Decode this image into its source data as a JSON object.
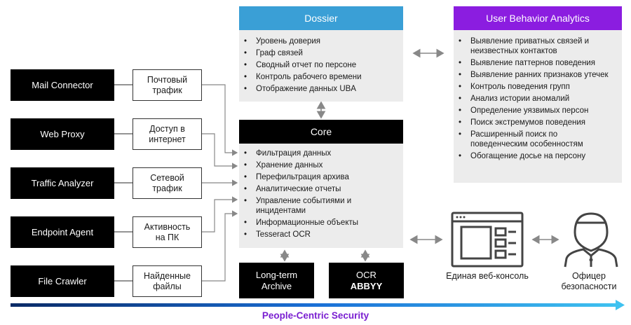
{
  "sources": [
    {
      "name": "Mail Connector",
      "channel": "Почтовый трафик"
    },
    {
      "name": "Web Proxy",
      "channel": "Доступ в интернет"
    },
    {
      "name": "Traffic Analyzer",
      "channel": "Сетевой трафик"
    },
    {
      "name": "Endpoint Agent",
      "channel": "Активность на ПК"
    },
    {
      "name": "File Crawler",
      "channel": "Найденные файлы"
    }
  ],
  "dossier": {
    "title": "Dossier",
    "items": [
      "Уровень доверия",
      "Граф связей",
      "Сводный отчет по персоне",
      "Контроль рабочего времени",
      "Отображение данных UBA"
    ]
  },
  "uba": {
    "title": "User Behavior Analytics",
    "items": [
      "Выявление приватных связей и неизвестных контактов",
      "Выявление паттернов поведения",
      "Выявление ранних признаков утечек",
      "Контроль поведения групп",
      "Анализ истории аномалий",
      "Определение уязвимых персон",
      "Поиск экстремумов поведения",
      "Расширенный поиск по поведенческим особенностям",
      "Обогащение досье на персону"
    ]
  },
  "core": {
    "title": "Core",
    "items": [
      "Фильтрация данных",
      "Хранение данных",
      "Перефильтрация архива",
      "Аналитические отчеты",
      "Управление событиями и инцидентами",
      "Информационные объекты",
      "Tesseract OCR"
    ]
  },
  "archive": {
    "line1": "Long-term",
    "line2": "Archive"
  },
  "ocr": {
    "line1": "OCR",
    "line2": "ABBYY"
  },
  "console": {
    "label": "Единая веб-консоль"
  },
  "officer": {
    "label": "Офицер безопасности"
  },
  "footer": {
    "title": "People-Centric Security"
  },
  "colors": {
    "dossier": "#3a9fd6",
    "uba": "#8b1de0",
    "footer_text": "#7a1fd1",
    "arrow_start": "#0a2a66",
    "arrow_mid": "#1a6fd6",
    "arrow_end": "#3fc2f0"
  }
}
